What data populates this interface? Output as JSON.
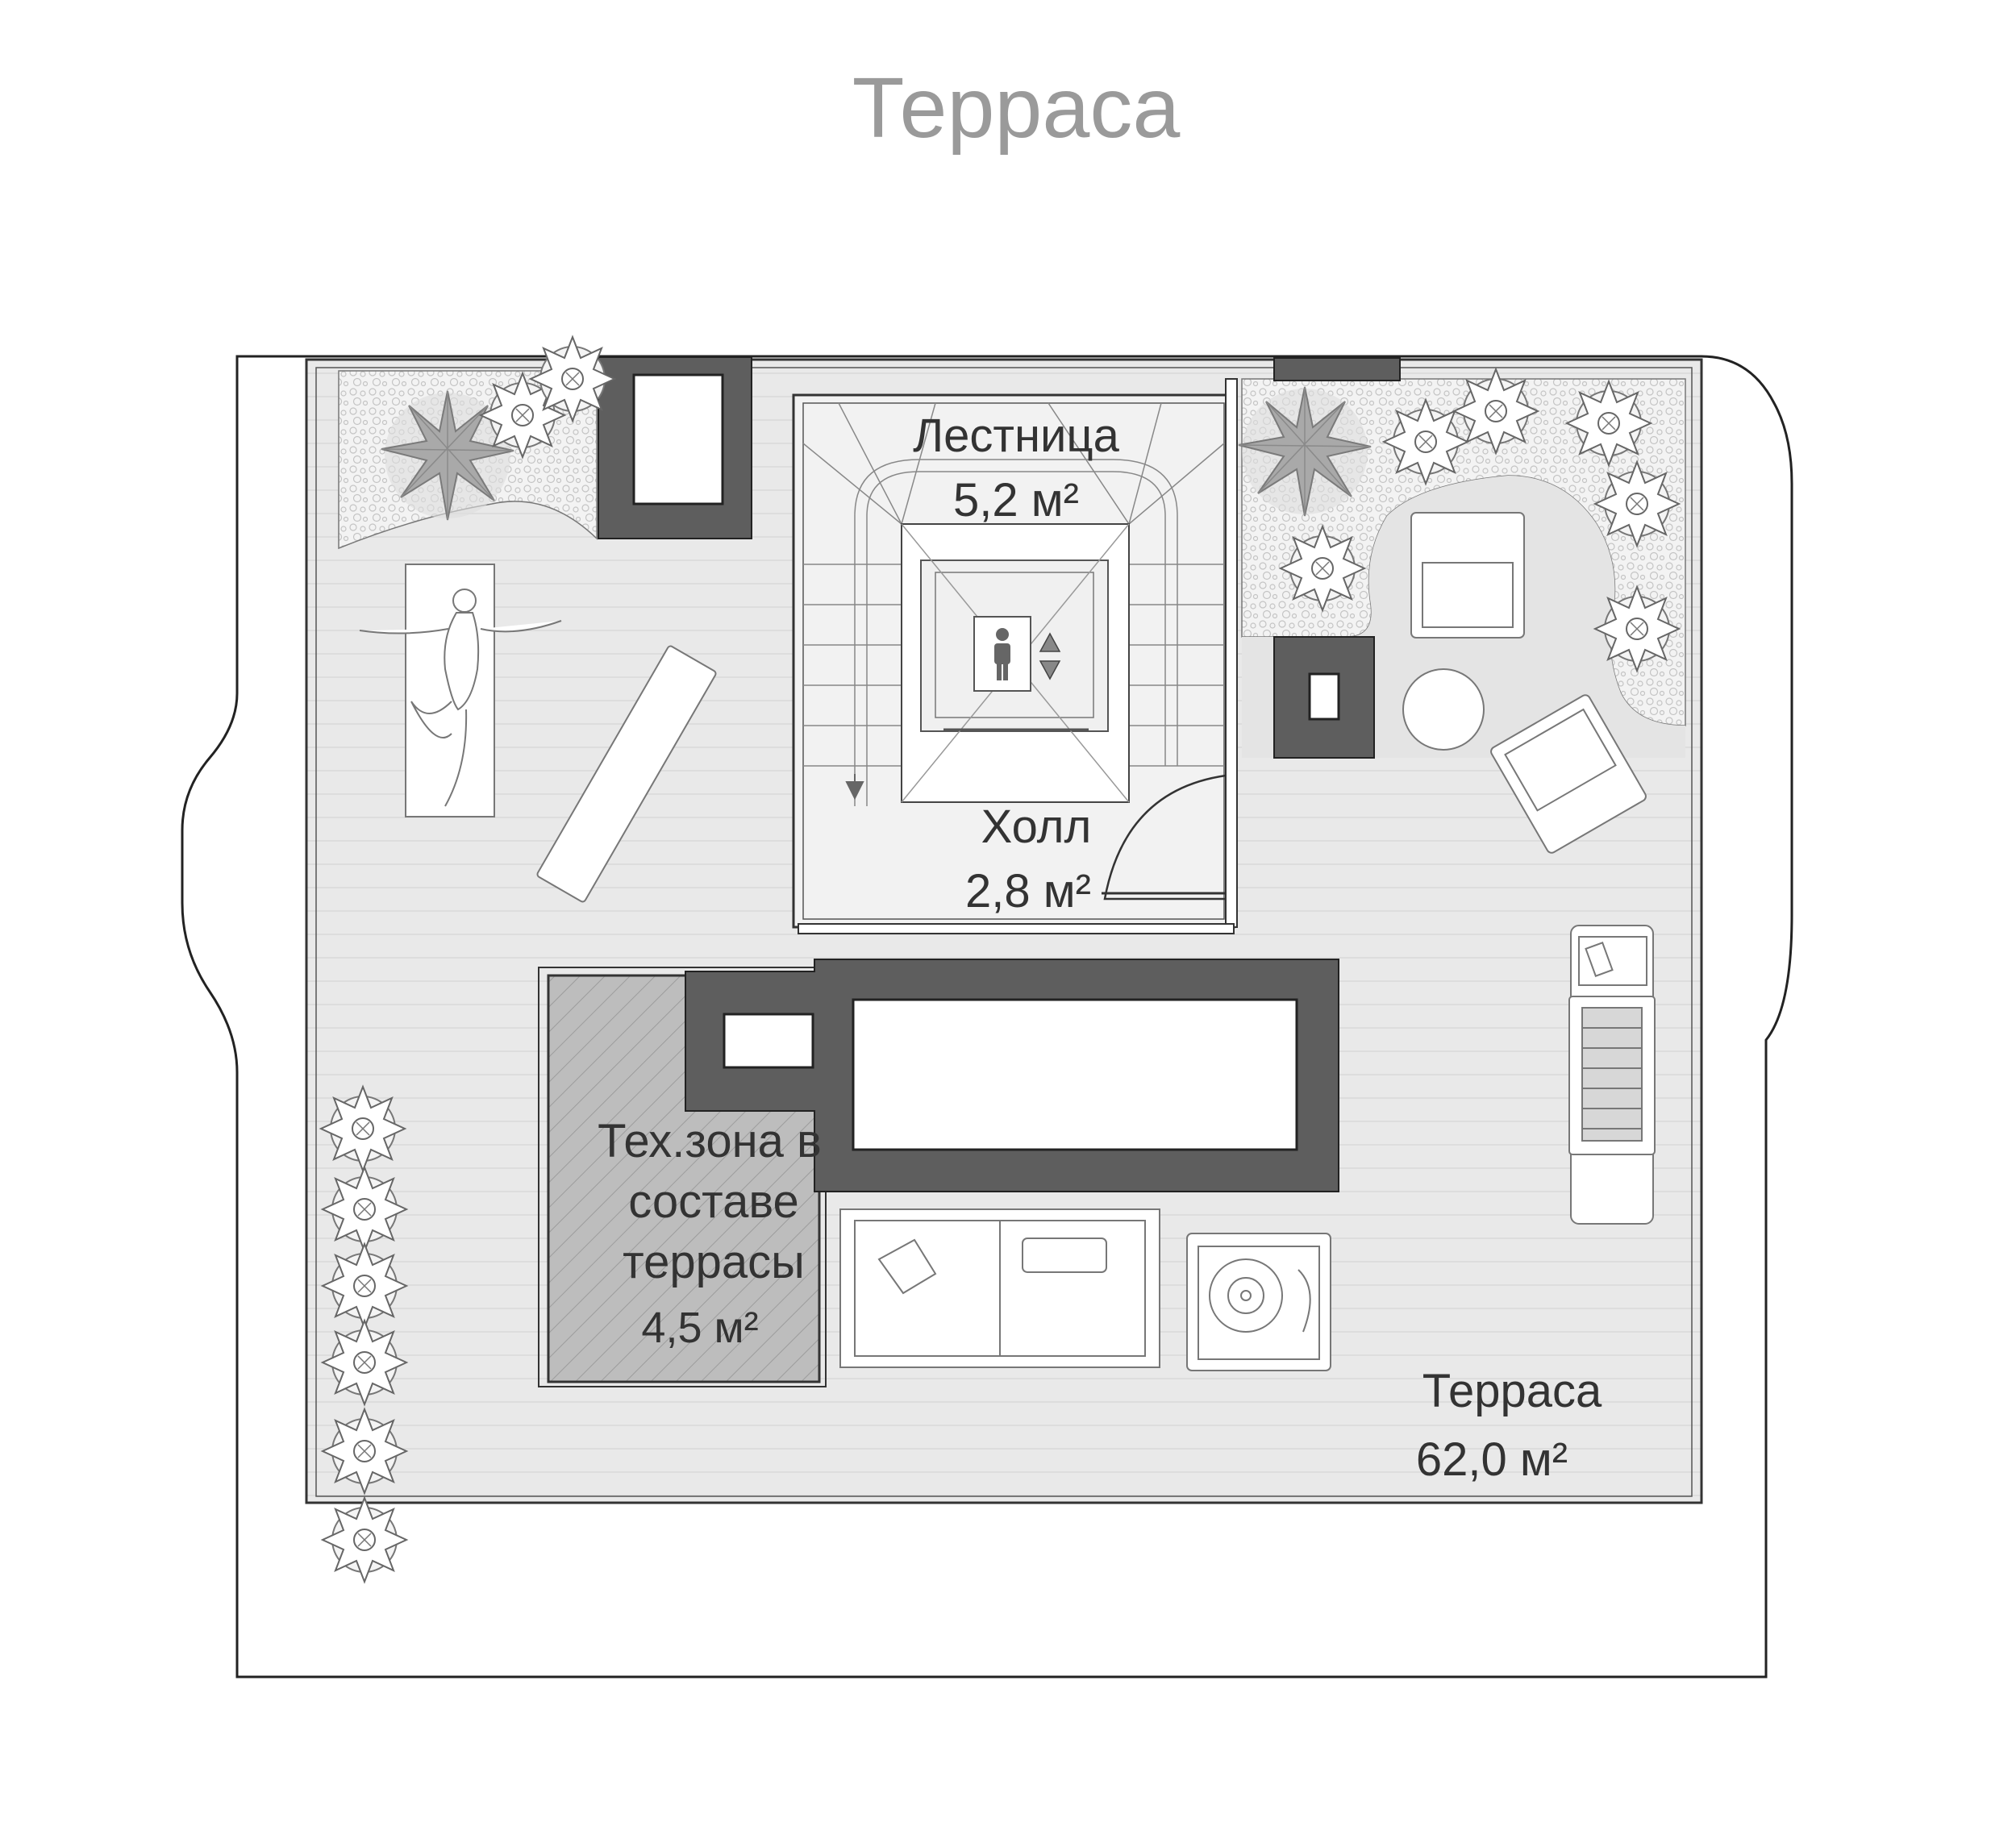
{
  "title": "Терраса",
  "rooms": {
    "stair": {
      "name": "Лестница",
      "area": "5,2 м²"
    },
    "hall": {
      "name": "Холл",
      "area": "2,8 м²"
    },
    "tech": {
      "line1": "Тех.зона в",
      "line2": "составе",
      "line3": "террасы",
      "area": "4,5 м²"
    },
    "terrace": {
      "name": "Терраса",
      "area": "62,0 м²"
    }
  },
  "colors": {
    "wall": "#5e5e5e",
    "deck": "#e9e9e9",
    "tech_zone": "#bdbdbd",
    "title": "#9a9a9a"
  }
}
